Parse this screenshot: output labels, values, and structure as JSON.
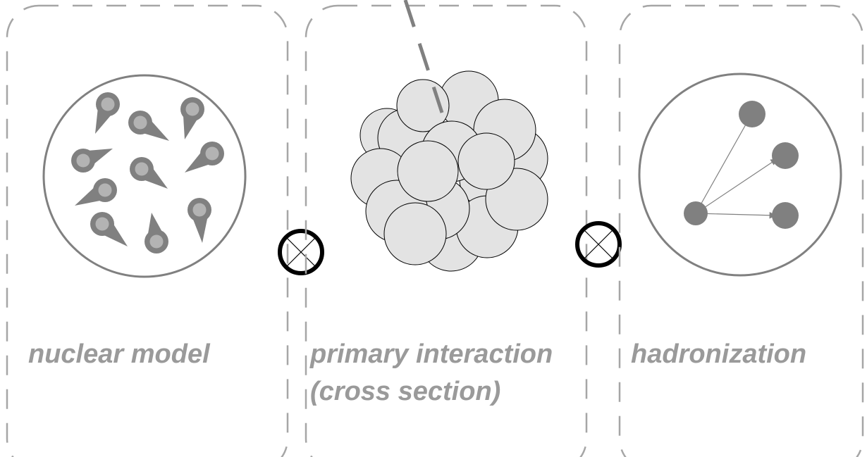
{
  "panels": [
    {
      "id": "nuclear",
      "label_lines": [
        "nuclear model"
      ]
    },
    {
      "id": "primary",
      "label_lines": [
        "primary interaction",
        "(cross section)"
      ]
    },
    {
      "id": "hadron",
      "label_lines": [
        "hadronization"
      ]
    }
  ],
  "operators": [
    {
      "symbol": "tensor-product"
    },
    {
      "symbol": "tensor-product"
    }
  ],
  "colors": {
    "panel_border": "#a6a6a6",
    "circle_border": "#808080",
    "label": "#9a9a9a",
    "nucleon_fill": "#808080",
    "nucleon_core": "#b3b3b3",
    "nucleus_fill": "#e3e3e3",
    "hadron_fill": "#808080",
    "operator": "#000000",
    "incoming_line": "#808080"
  }
}
